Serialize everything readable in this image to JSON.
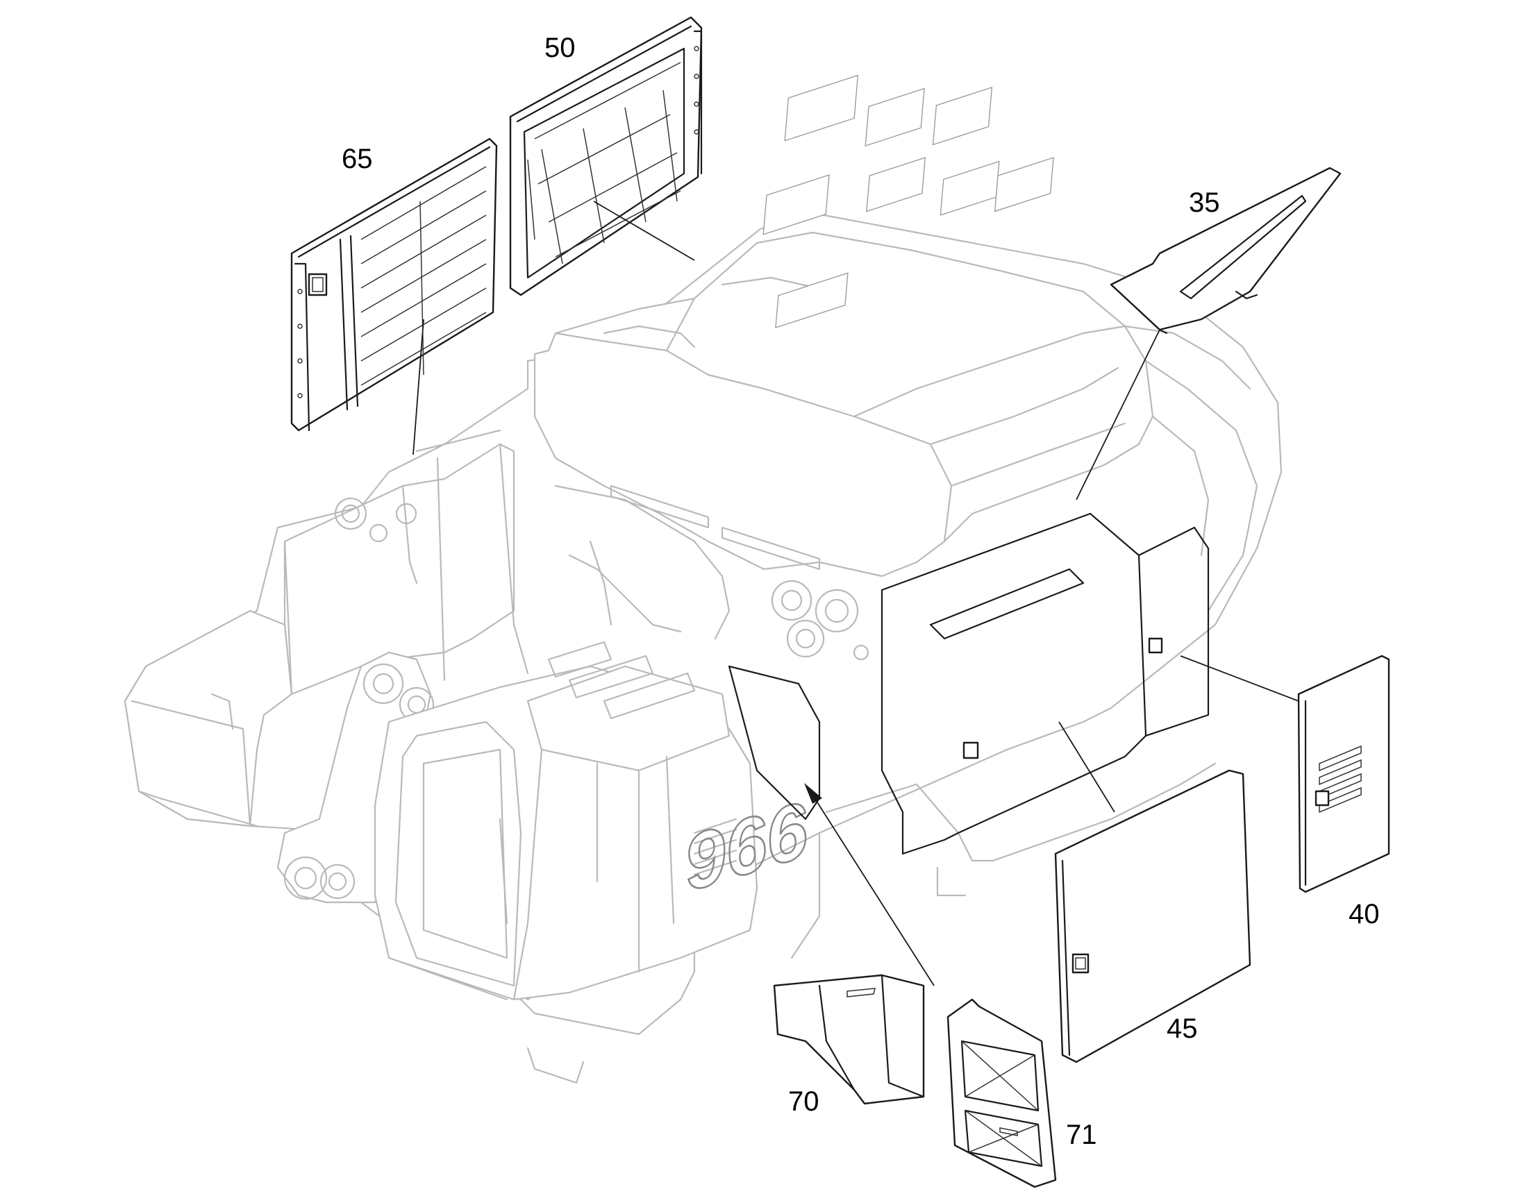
{
  "model_badge": "966",
  "callouts": [
    {
      "id": "35",
      "text": "35"
    },
    {
      "id": "40",
      "text": "40"
    },
    {
      "id": "45",
      "text": "45"
    },
    {
      "id": "50",
      "text": "50"
    },
    {
      "id": "65",
      "text": "65"
    },
    {
      "id": "70",
      "text": "70"
    },
    {
      "id": "71",
      "text": "71"
    }
  ],
  "colors": {
    "background": "#ffffff",
    "machine_outline": "#b9b9b9",
    "part_outline": "#1a1a1a",
    "leader_line": "#1a1a1a"
  }
}
